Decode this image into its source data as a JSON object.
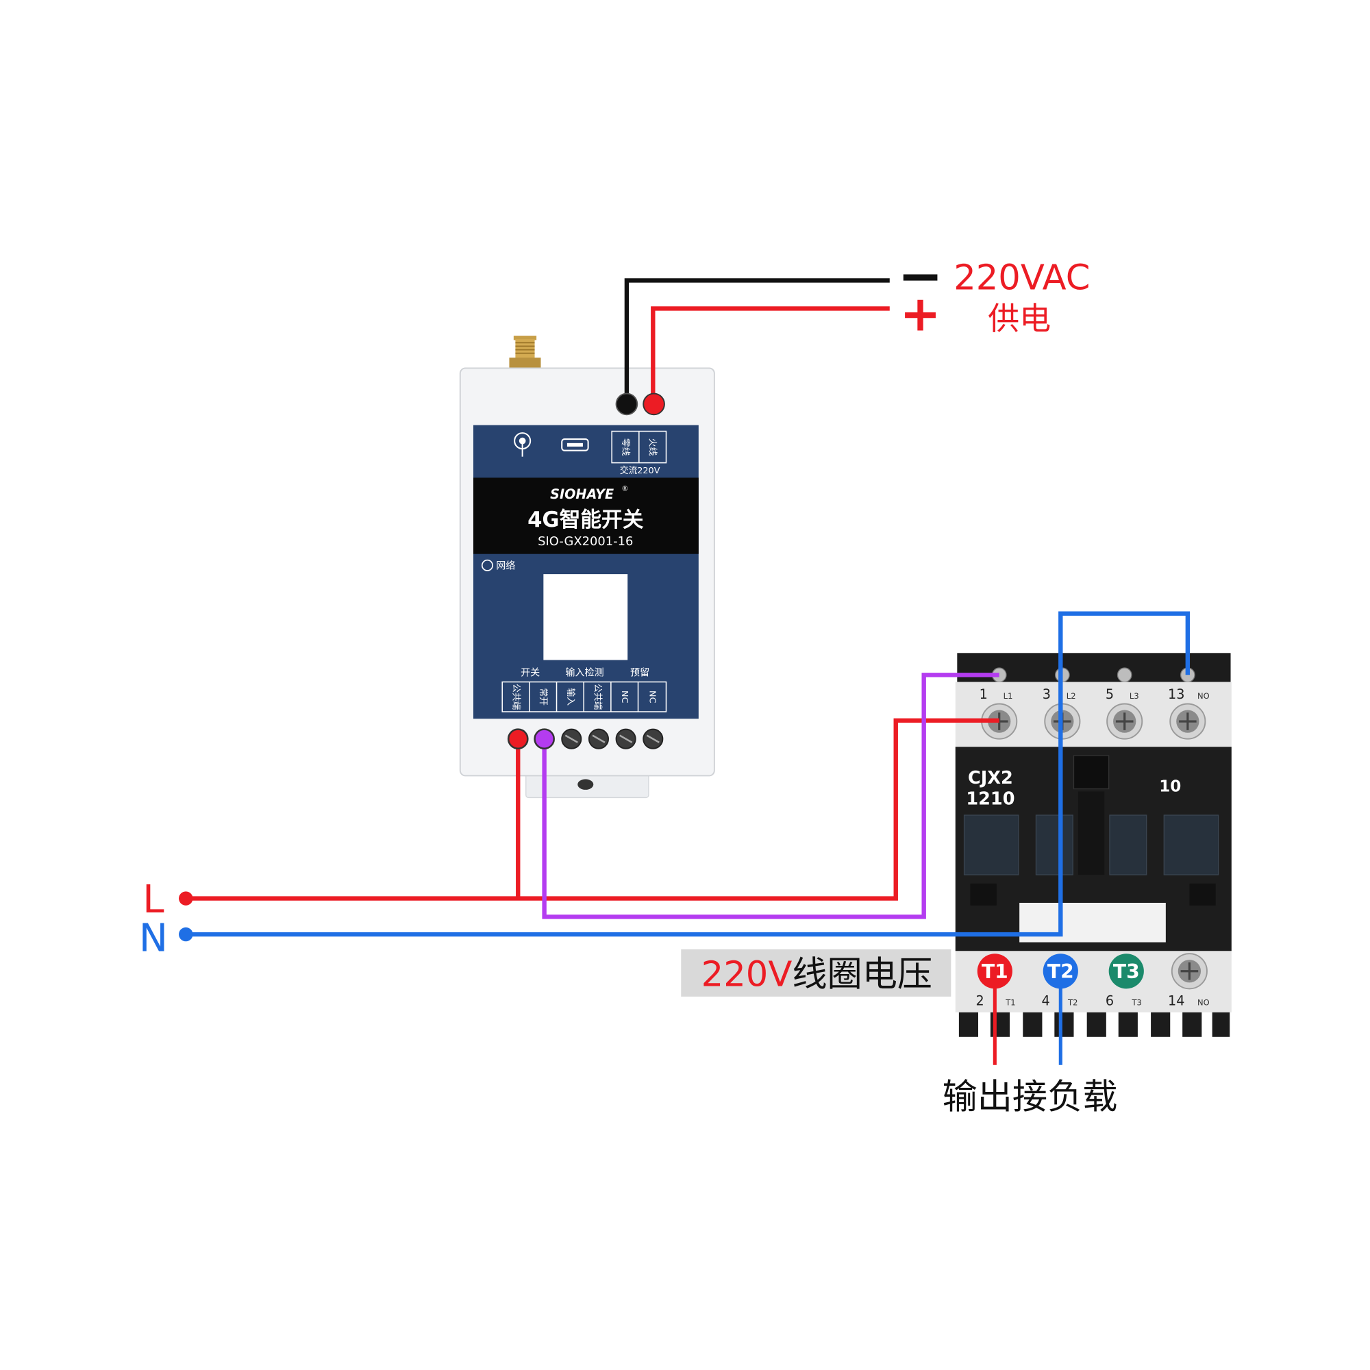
{
  "power": {
    "minus": "−",
    "plus": "+",
    "voltage": "220VAC",
    "label": "供电"
  },
  "device": {
    "top_terminal_labels": [
      "零线",
      "火线"
    ],
    "top_caption": "交流220V",
    "brand": "SIOHAYE",
    "brand_mark": "®",
    "product": "4G智能开关",
    "model": "SIO-GX2001-16",
    "network_label": "网络",
    "group_labels": [
      "开关",
      "输入检测",
      "预留"
    ],
    "terminal_labels": [
      "公共端",
      "常开",
      "输入",
      "公共端",
      "NC",
      "NC"
    ]
  },
  "mains": {
    "line": "L",
    "neutral": "N"
  },
  "contactor": {
    "top_terminals": [
      {
        "num": "1",
        "name": "L1"
      },
      {
        "num": "3",
        "name": "L2"
      },
      {
        "num": "5",
        "name": "L3"
      },
      {
        "num": "13",
        "name": "NO"
      }
    ],
    "model_line1": "CJX2",
    "model_line2": "1210",
    "aux": "10",
    "outputs": [
      "T1",
      "T2",
      "T3"
    ],
    "bottom_terminals": [
      {
        "num": "2",
        "name": "T1"
      },
      {
        "num": "4",
        "name": "T2"
      },
      {
        "num": "6",
        "name": "T3"
      },
      {
        "num": "14",
        "name": "NO"
      }
    ]
  },
  "coil_label": {
    "voltage": "220V",
    "text": "线圈电压"
  },
  "output_label": "输出接负载",
  "colors": {
    "live_wire": "#ec1c24",
    "neutral_wire": "#1f6fe5",
    "switched_wire": "#b43cf0",
    "supply_black_wire": "#111111",
    "panel": "#28436f",
    "t3_badge": "#1b8a6b"
  }
}
